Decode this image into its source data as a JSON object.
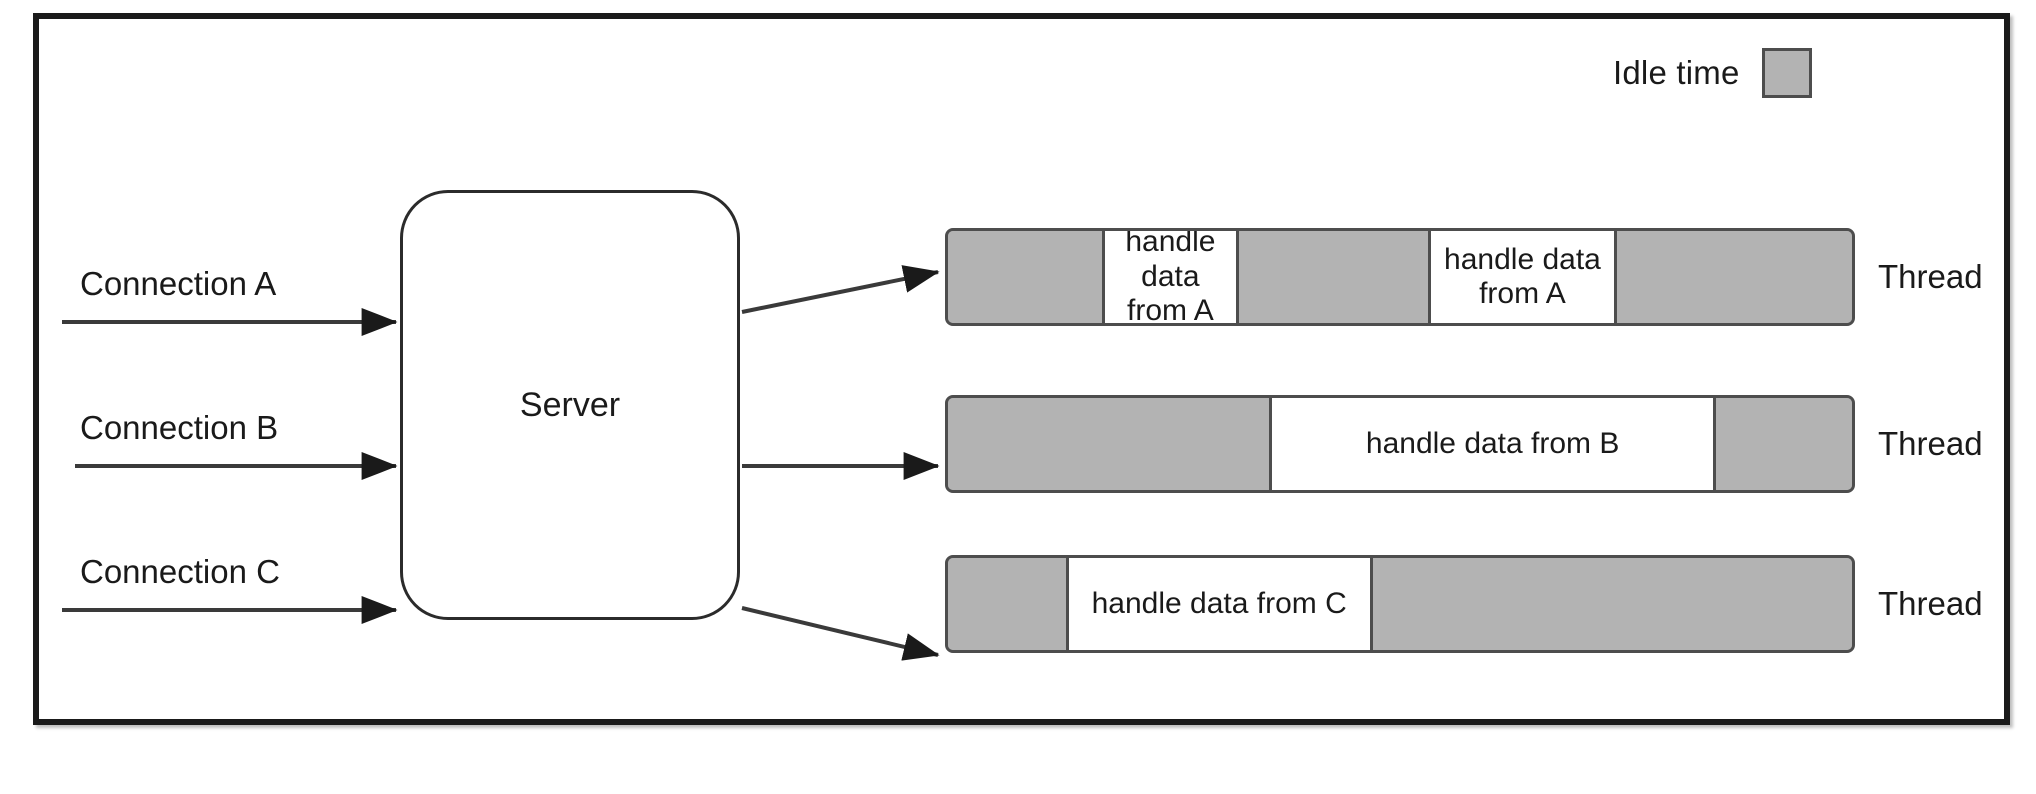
{
  "diagram": {
    "title_text": "",
    "colors": {
      "idle": "#b3b3b3",
      "work": "#ffffff",
      "stroke": "#4d4d4d",
      "frame": "#1a1a1a",
      "text": "#1a1a1a"
    }
  },
  "legend": {
    "label": "Idle time",
    "swatch_color": "#b3b3b3"
  },
  "server": {
    "label": "Server"
  },
  "connections": [
    {
      "label": "Connection A"
    },
    {
      "label": "Connection B"
    },
    {
      "label": "Connection C"
    }
  ],
  "threads": [
    {
      "name": "Thread",
      "segments": [
        {
          "type": "idle",
          "label": "",
          "width_pct": 17.0
        },
        {
          "type": "work",
          "label": "handle data\nfrom A",
          "width_pct": 15.2
        },
        {
          "type": "idle",
          "label": "",
          "width_pct": 20.9
        },
        {
          "type": "work",
          "label": "handle data\nfrom A",
          "width_pct": 20.9
        },
        {
          "type": "idle",
          "label": "",
          "width_pct": 26.0
        }
      ]
    },
    {
      "name": "Thread",
      "segments": [
        {
          "type": "idle",
          "label": "",
          "width_pct": 35.5
        },
        {
          "type": "work",
          "label": "handle data from B",
          "width_pct": 49.5
        },
        {
          "type": "idle",
          "label": "",
          "width_pct": 15.0
        }
      ]
    },
    {
      "name": "Thread",
      "segments": [
        {
          "type": "idle",
          "label": "",
          "width_pct": 13.0
        },
        {
          "type": "work",
          "label": "handle data from C",
          "width_pct": 34.0
        },
        {
          "type": "idle",
          "label": "",
          "width_pct": 53.0
        }
      ]
    }
  ]
}
